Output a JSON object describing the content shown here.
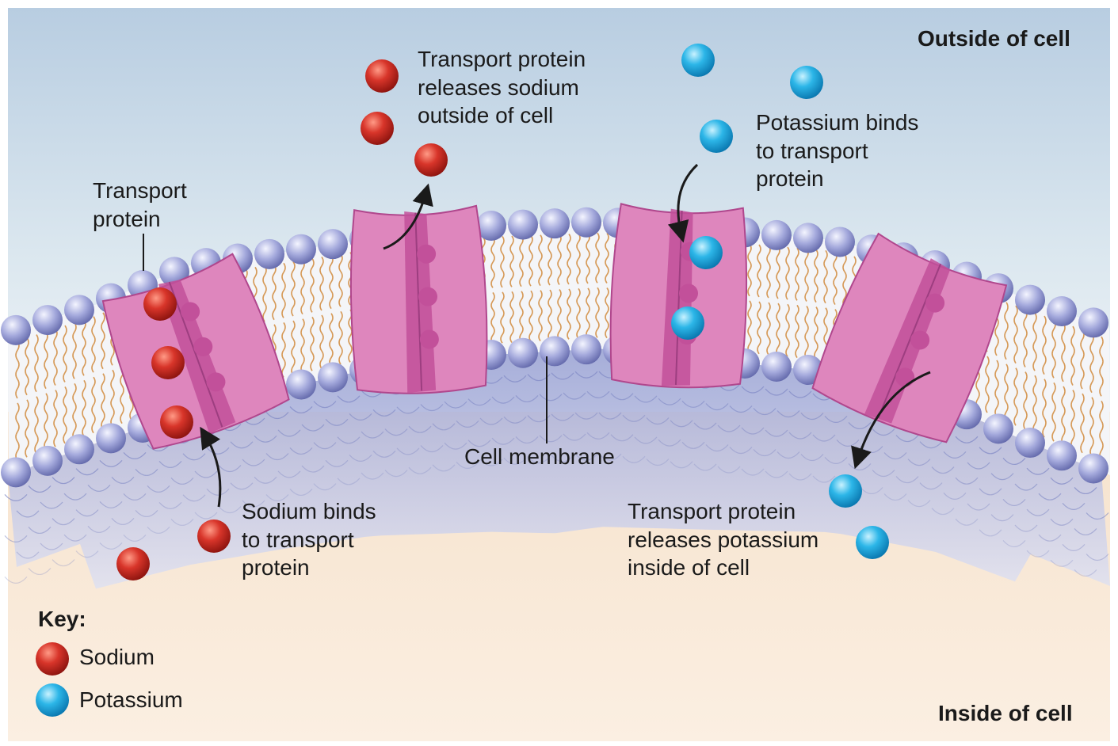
{
  "labels": {
    "outside": "Outside of cell",
    "inside": "Inside of cell",
    "transport_protein": [
      "Transport",
      "protein"
    ],
    "release_sodium": [
      "Transport protein",
      "releases sodium",
      "outside of cell"
    ],
    "potassium_binds": [
      "Potassium binds",
      "to transport",
      "protein"
    ],
    "sodium_binds": [
      "Sodium binds",
      "to transport",
      "protein"
    ],
    "cell_membrane": "Cell membrane",
    "release_potassium": [
      "Transport protein",
      "releases potassium",
      "inside of cell"
    ]
  },
  "key": {
    "title": "Key:",
    "sodium": "Sodium",
    "potassium": "Potassium"
  },
  "colors": {
    "sodium": "#c8261e",
    "potassium": "#1aa7dd",
    "protein": "#de86bd",
    "protein_dark": "#c2509a",
    "phospholipid_head": "#8f95cf",
    "outside_bg": "#b6cde0",
    "inside_bg": "#f8e6d0"
  }
}
